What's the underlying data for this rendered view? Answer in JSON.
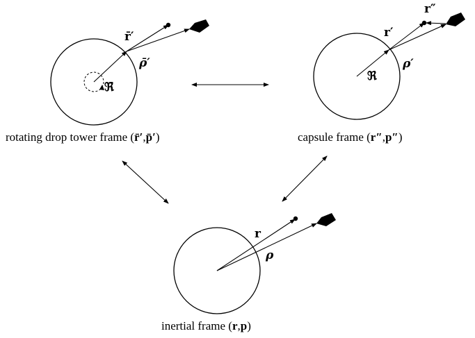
{
  "frames": {
    "rotating": {
      "caption_prefix": "rotating drop tower frame (",
      "caption_r": "r̄′",
      "caption_sep": ",",
      "caption_p": "p̄′",
      "caption_suffix": ")",
      "label_r": "r̄′",
      "label_rho": "ρ̄′",
      "label_R": "ℜ̄"
    },
    "capsule": {
      "caption_prefix": "capsule frame (",
      "caption_r": "r″",
      "caption_sep": ",",
      "caption_p": "p″",
      "caption_suffix": ")",
      "label_r": "r′",
      "label_r2": "r″",
      "label_rho": "ρ′",
      "label_R": "ℜ"
    },
    "inertial": {
      "caption_prefix": "inertial frame (",
      "caption_r": "r",
      "caption_sep": ",",
      "caption_p": "p",
      "caption_suffix": ")",
      "label_r": "r",
      "label_rho": "ρ"
    }
  }
}
